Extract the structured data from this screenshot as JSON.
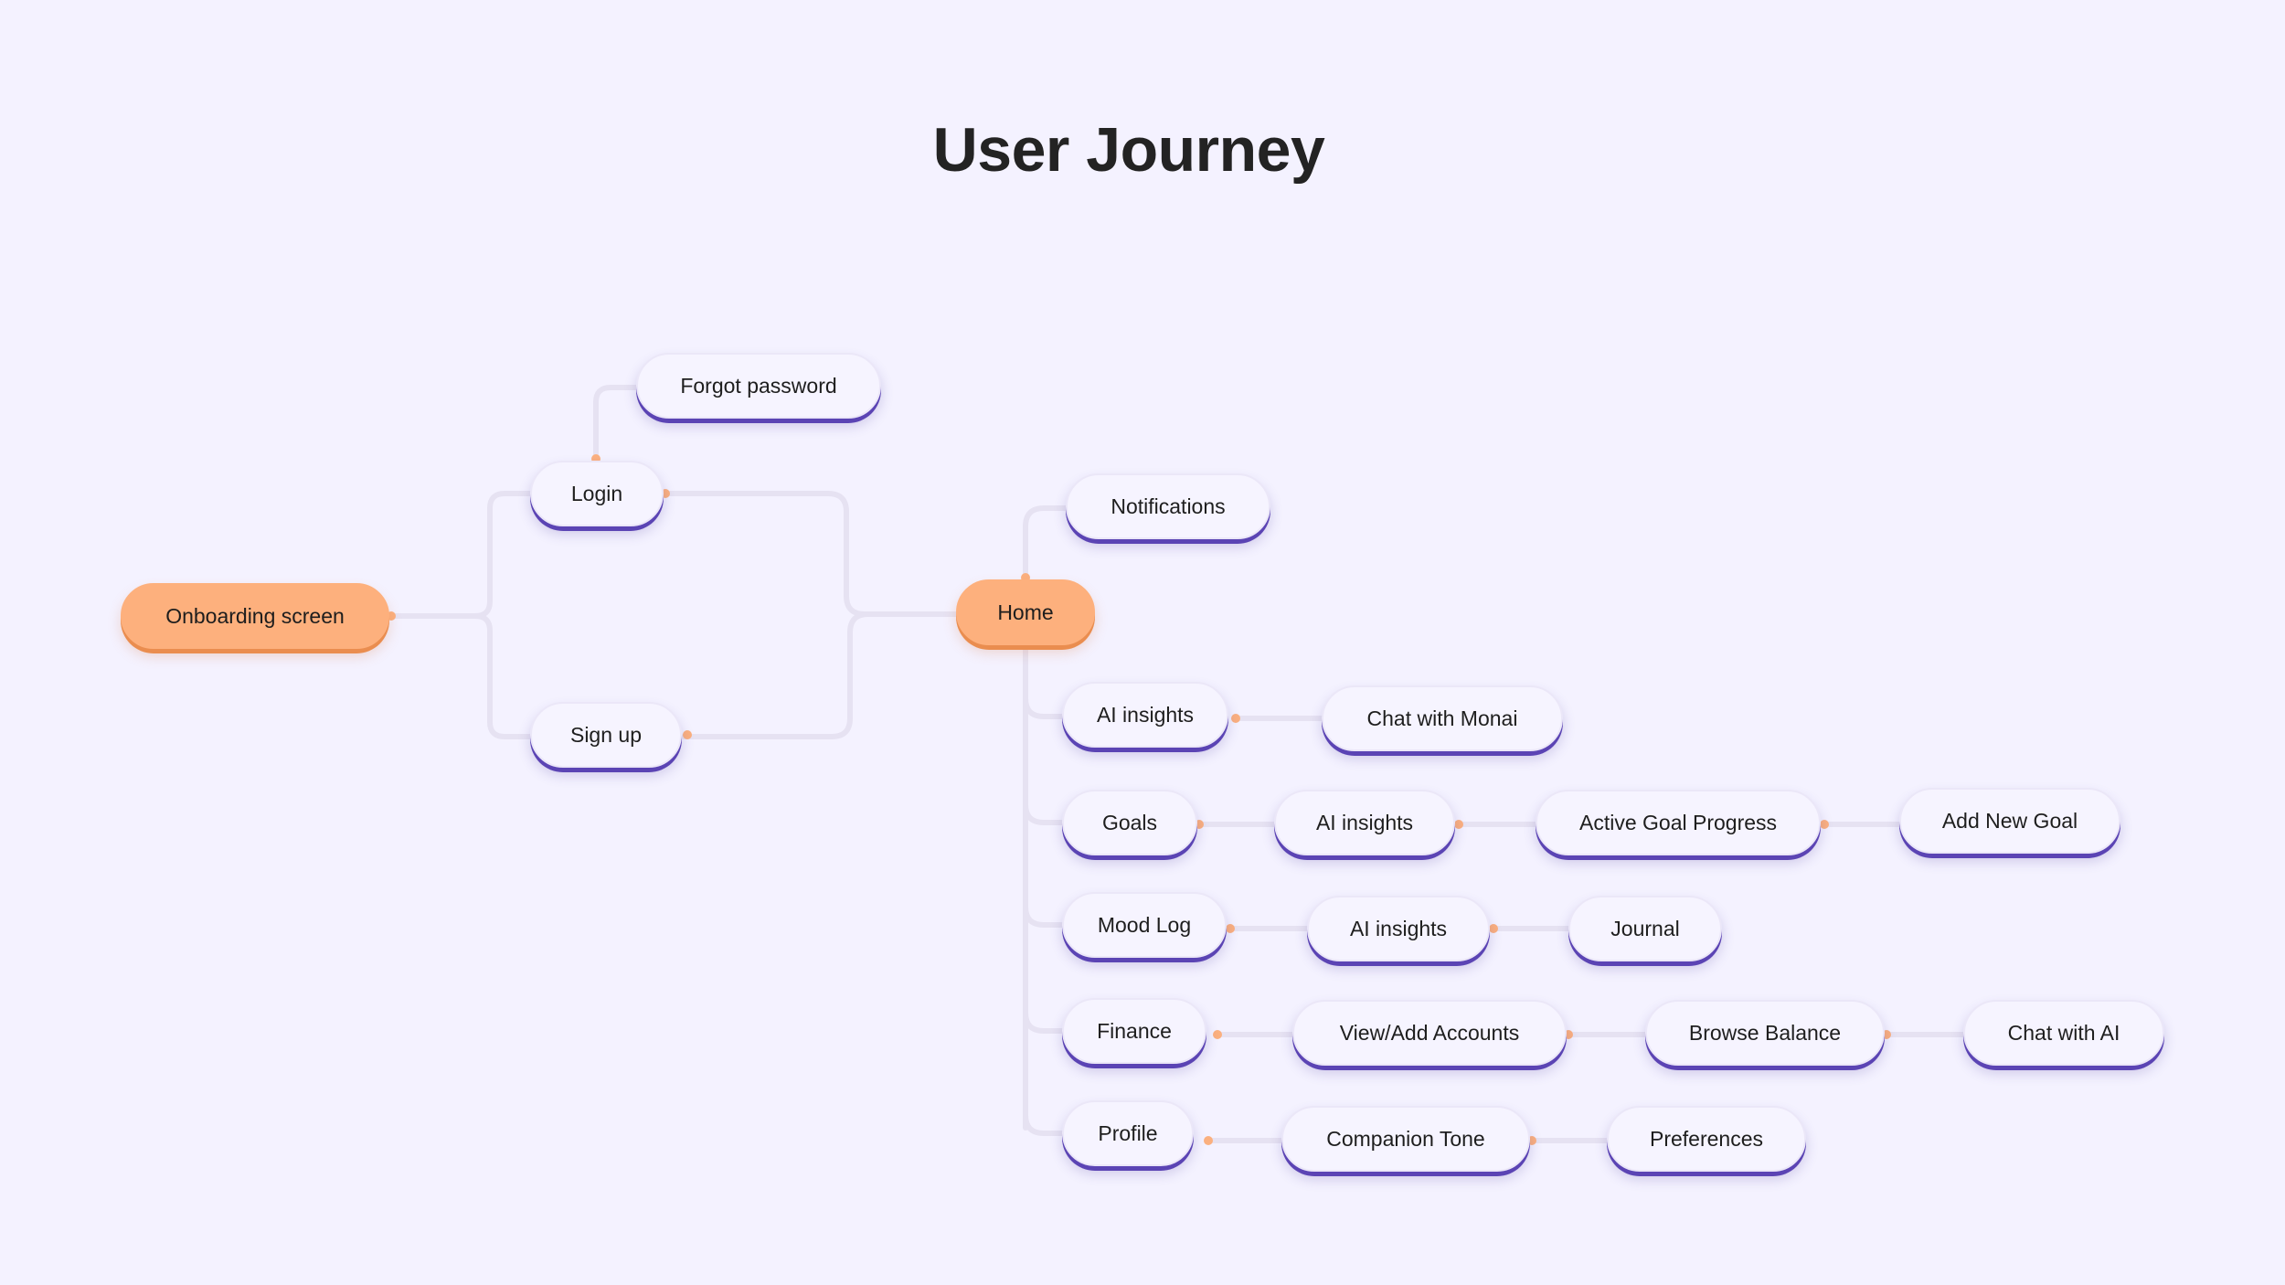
{
  "title": "User Journey",
  "colors": {
    "background": "#f4f2ff",
    "node": "#f6f4ff",
    "node_shadow": "#5b44b4",
    "accent": "#fdb07d",
    "connector": "#e6e2f2",
    "connector_dot": "#fbb07f"
  },
  "nodes": {
    "onboarding": "Onboarding screen",
    "login": "Login",
    "forgot_password": "Forgot password",
    "sign_up": "Sign up",
    "home": "Home",
    "notifications": "Notifications",
    "ai_insights": {
      "label": "AI insights",
      "children": [
        "Chat with Monai"
      ]
    },
    "goals": {
      "label": "Goals",
      "children": [
        "AI insights",
        "Active Goal Progress",
        "Add New Goal"
      ]
    },
    "mood_log": {
      "label": "Mood Log",
      "children": [
        "AI insights",
        "Journal"
      ]
    },
    "finance": {
      "label": "Finance",
      "children": [
        "View/Add Accounts",
        "Browse Balance",
        "Chat with AI"
      ]
    },
    "profile": {
      "label": "Profile",
      "children": [
        "Companion Tone",
        "Preferences"
      ]
    }
  },
  "edges": [
    [
      "Onboarding screen",
      "Login"
    ],
    [
      "Onboarding screen",
      "Sign up"
    ],
    [
      "Login",
      "Forgot password"
    ],
    [
      "Login",
      "Home"
    ],
    [
      "Sign up",
      "Home"
    ],
    [
      "Home",
      "Notifications"
    ],
    [
      "Home",
      "AI insights"
    ],
    [
      "Home",
      "Goals"
    ],
    [
      "Home",
      "Mood Log"
    ],
    [
      "Home",
      "Finance"
    ],
    [
      "Home",
      "Profile"
    ],
    [
      "AI insights",
      "Chat with Monai"
    ],
    [
      "Goals",
      "AI insights"
    ],
    [
      "AI insights",
      "Active Goal Progress"
    ],
    [
      "Active Goal Progress",
      "Add New Goal"
    ],
    [
      "Mood Log",
      "AI insights"
    ],
    [
      "AI insights",
      "Journal"
    ],
    [
      "Finance",
      "View/Add Accounts"
    ],
    [
      "View/Add Accounts",
      "Browse Balance"
    ],
    [
      "Browse Balance",
      "Chat with AI"
    ],
    [
      "Profile",
      "Companion Tone"
    ],
    [
      "Companion Tone",
      "Preferences"
    ]
  ]
}
